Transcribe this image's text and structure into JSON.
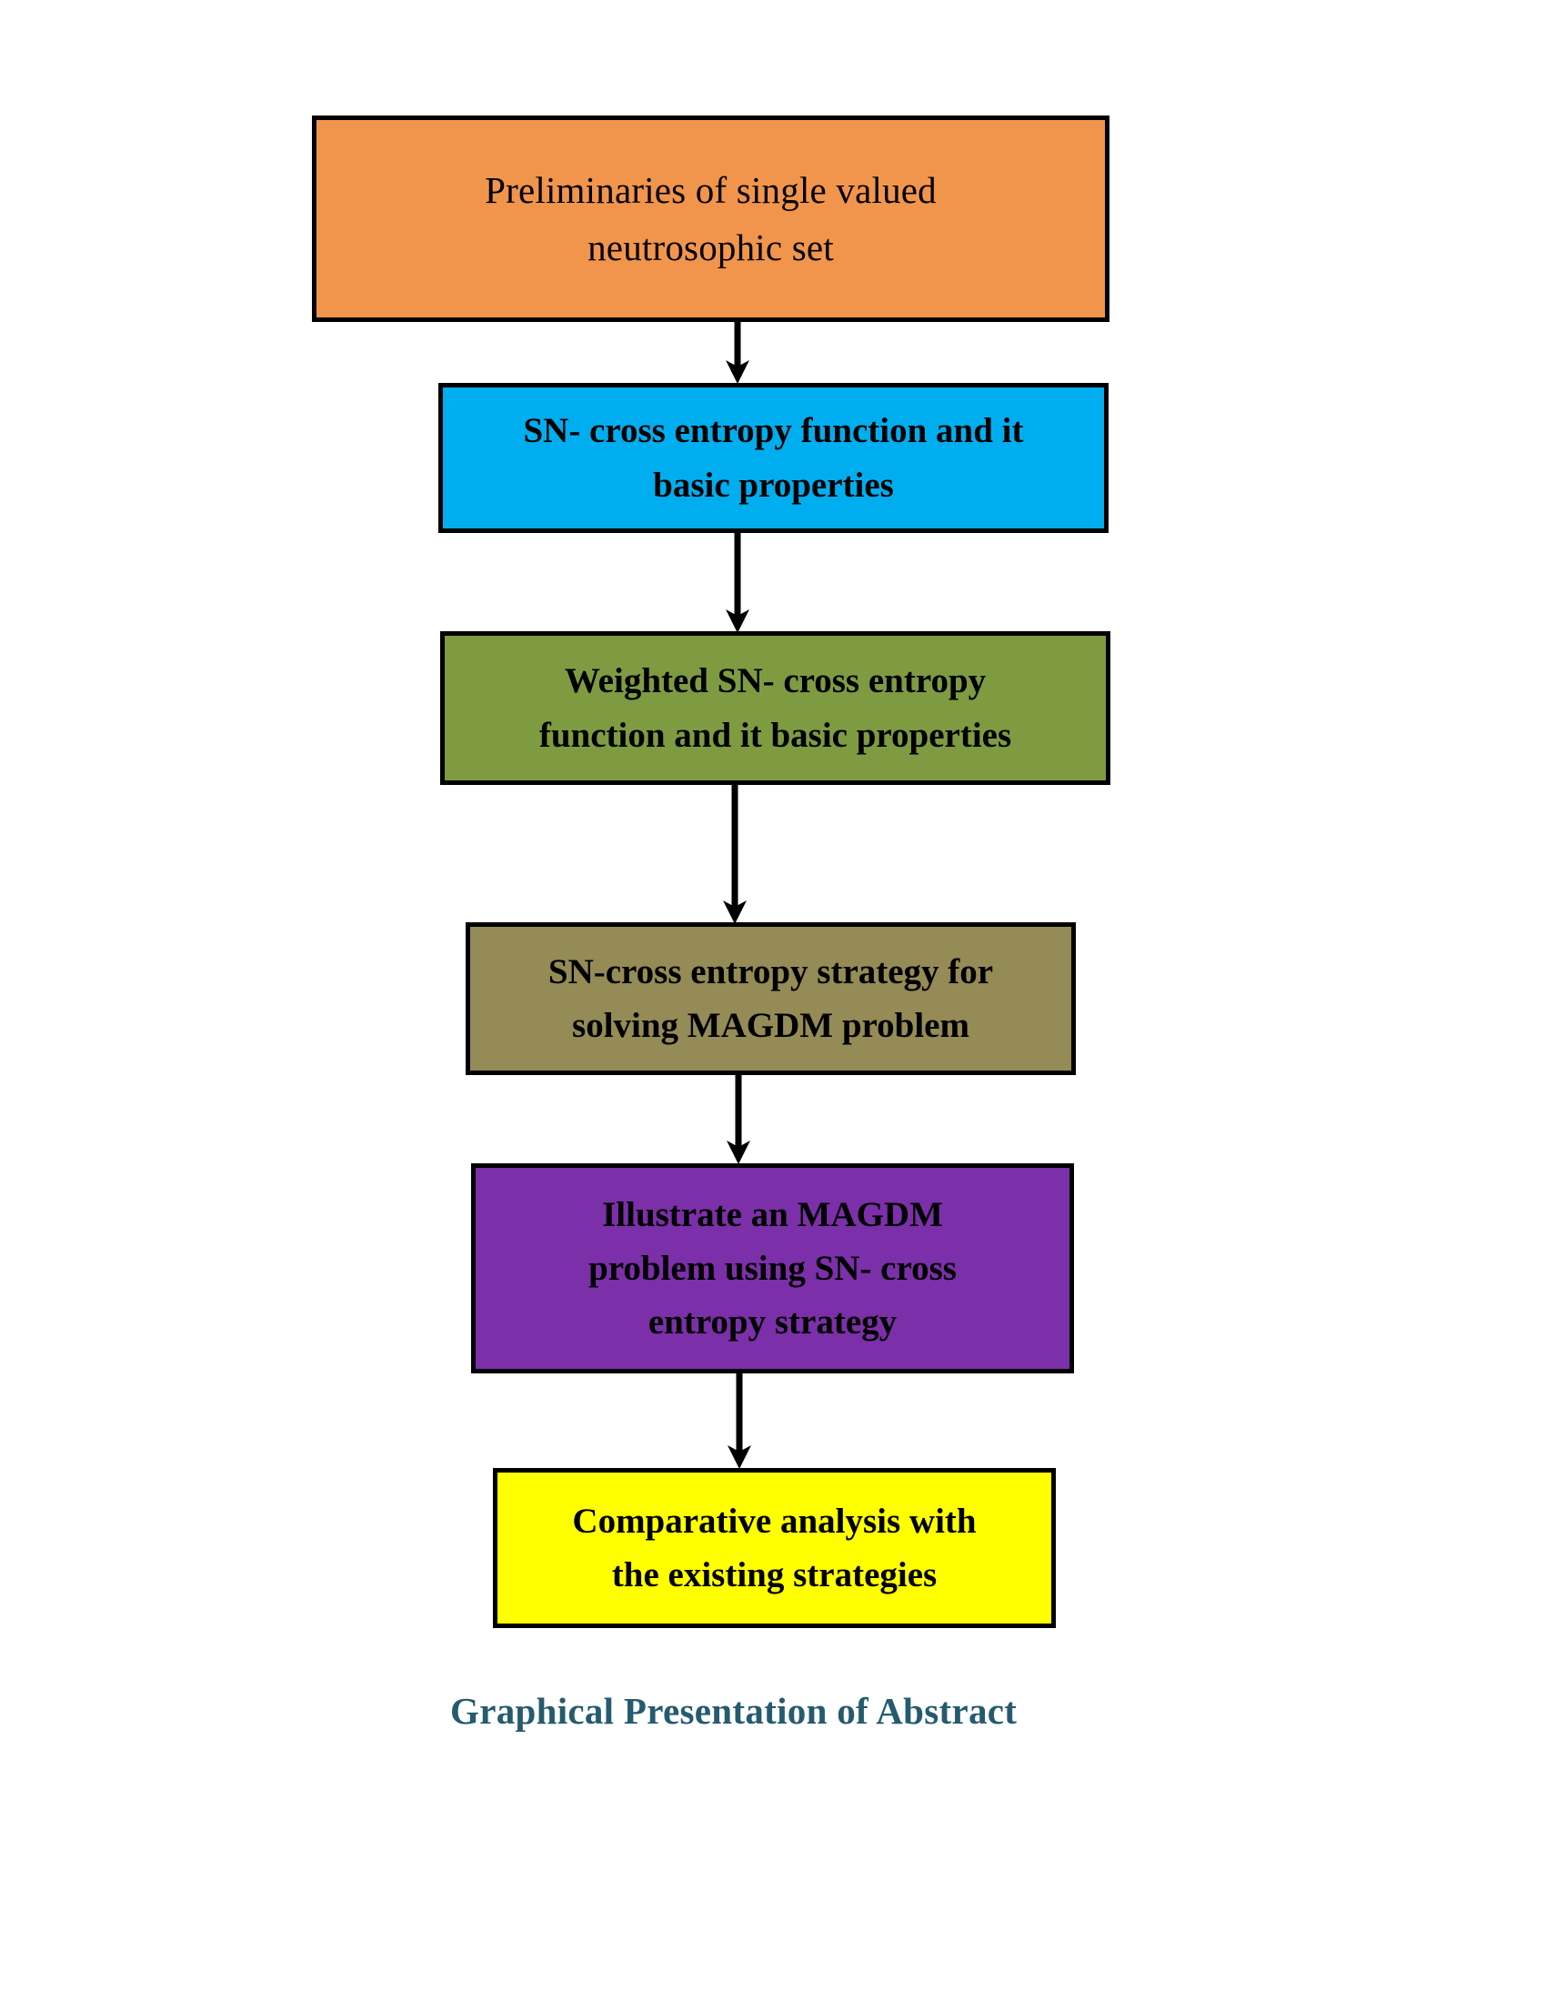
{
  "figure": {
    "caption": "Graphical Presentation of Abstract",
    "caption_color": "#255B6E",
    "background_color": "#FFFFFF",
    "border_color": "#000000",
    "arrow_color": "#000000",
    "type": "flowchart",
    "orientation": "top-to-bottom"
  },
  "nodes": [
    {
      "id": "prelim",
      "order": 1,
      "fill": "#F2954C",
      "bold": false,
      "lines": [
        "Preliminaries of single valued",
        "neutrosophic set"
      ],
      "text": "Preliminaries of single valued neutrosophic set"
    },
    {
      "id": "sn-cross",
      "order": 2,
      "fill": "#00AEEF",
      "bold": true,
      "lines": [
        "SN- cross entropy function and it",
        "basic properties"
      ],
      "text": "SN- cross entropy function and it basic properties"
    },
    {
      "id": "weighted",
      "order": 3,
      "fill": "#7E9B42",
      "bold": true,
      "lines": [
        "Weighted SN- cross entropy",
        "function and it basic properties"
      ],
      "text": "Weighted SN- cross entropy function and it basic properties"
    },
    {
      "id": "strategy",
      "order": 4,
      "fill": "#948B56",
      "bold": true,
      "lines": [
        "SN-cross entropy strategy for",
        "solving MAGDM problem"
      ],
      "text": "SN-cross entropy strategy for solving MAGDM problem"
    },
    {
      "id": "illustrate",
      "order": 5,
      "fill": "#7B2FA8",
      "bold": true,
      "lines": [
        "Illustrate an MAGDM",
        "problem using SN- cross",
        "entropy strategy"
      ],
      "text": "Illustrate an MAGDM problem using SN- cross entropy strategy"
    },
    {
      "id": "comparative",
      "order": 6,
      "fill": "#FFFF00",
      "bold": true,
      "lines": [
        "Comparative analysis with",
        "the existing strategies"
      ],
      "text": "Comparative analysis with the existing strategies"
    }
  ],
  "edges": [
    {
      "from": "prelim",
      "to": "sn-cross",
      "style": "solid-arrow-down"
    },
    {
      "from": "sn-cross",
      "to": "weighted",
      "style": "solid-arrow-down"
    },
    {
      "from": "weighted",
      "to": "strategy",
      "style": "solid-arrow-down"
    },
    {
      "from": "strategy",
      "to": "illustrate",
      "style": "solid-arrow-down"
    },
    {
      "from": "illustrate",
      "to": "comparative",
      "style": "solid-arrow-down"
    }
  ]
}
